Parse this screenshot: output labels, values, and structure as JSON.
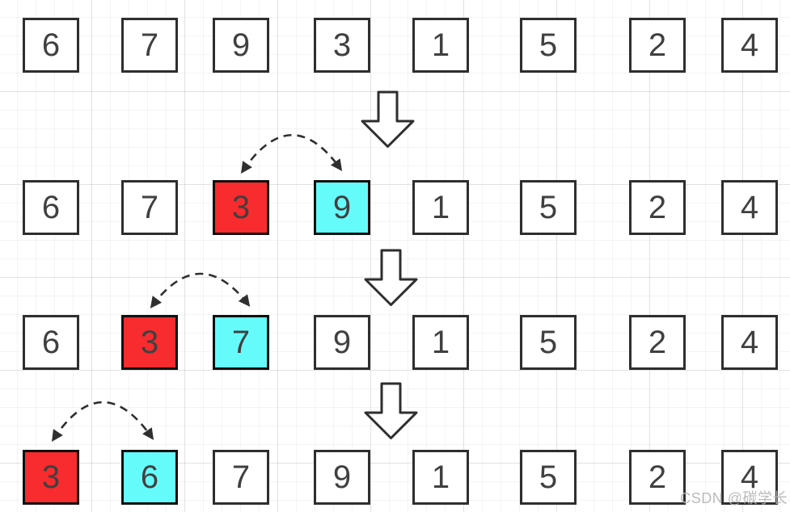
{
  "watermark": "CSDN @碳学长",
  "rows": [
    {
      "cells": [
        {
          "value": "6",
          "color": "white"
        },
        {
          "value": "7",
          "color": "white"
        },
        {
          "value": "9",
          "color": "white"
        },
        {
          "value": "3",
          "color": "white"
        },
        {
          "value": "1",
          "color": "white"
        },
        {
          "value": "5",
          "color": "white"
        },
        {
          "value": "2",
          "color": "white"
        },
        {
          "value": "4",
          "color": "white"
        }
      ]
    },
    {
      "cells": [
        {
          "value": "6",
          "color": "white"
        },
        {
          "value": "7",
          "color": "white"
        },
        {
          "value": "3",
          "color": "red"
        },
        {
          "value": "9",
          "color": "cyan"
        },
        {
          "value": "1",
          "color": "white"
        },
        {
          "value": "5",
          "color": "white"
        },
        {
          "value": "2",
          "color": "white"
        },
        {
          "value": "4",
          "color": "white"
        }
      ]
    },
    {
      "cells": [
        {
          "value": "6",
          "color": "white"
        },
        {
          "value": "3",
          "color": "red"
        },
        {
          "value": "7",
          "color": "cyan"
        },
        {
          "value": "9",
          "color": "white"
        },
        {
          "value": "1",
          "color": "white"
        },
        {
          "value": "5",
          "color": "white"
        },
        {
          "value": "2",
          "color": "white"
        },
        {
          "value": "4",
          "color": "white"
        }
      ]
    },
    {
      "cells": [
        {
          "value": "3",
          "color": "red"
        },
        {
          "value": "6",
          "color": "cyan"
        },
        {
          "value": "7",
          "color": "white"
        },
        {
          "value": "9",
          "color": "white"
        },
        {
          "value": "1",
          "color": "white"
        },
        {
          "value": "5",
          "color": "white"
        },
        {
          "value": "2",
          "color": "white"
        },
        {
          "value": "4",
          "color": "white"
        }
      ]
    }
  ],
  "swaps": [
    {
      "step": 1,
      "row_index": 1,
      "between_columns": [
        2,
        3
      ],
      "values_swapped": [
        "3",
        "9"
      ]
    },
    {
      "step": 2,
      "row_index": 2,
      "between_columns": [
        1,
        2
      ],
      "values_swapped": [
        "3",
        "7"
      ]
    },
    {
      "step": 3,
      "row_index": 3,
      "between_columns": [
        0,
        1
      ],
      "values_swapped": [
        "3",
        "6"
      ]
    }
  ],
  "colors": {
    "swap_source_red": "#f82b2e",
    "swap_target_cyan": "#66fbfb",
    "box_border": "#2e2e2e",
    "arrow_stroke": "#2f2f2f"
  }
}
